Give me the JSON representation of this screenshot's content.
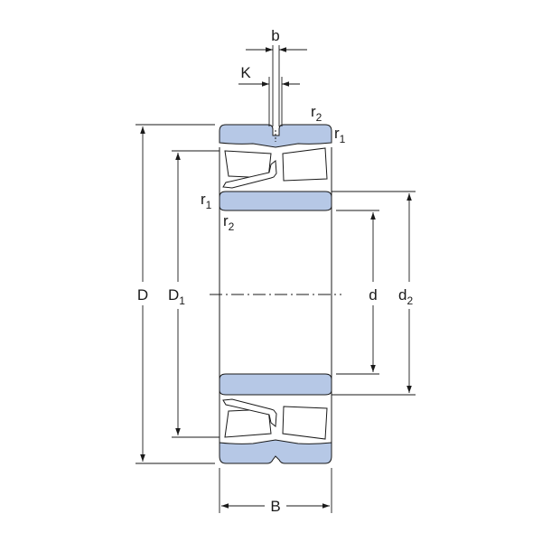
{
  "colors": {
    "ring_fill": "#b6c8e6",
    "line": "#1a1a1a",
    "background": "#ffffff"
  },
  "labels": {
    "b": "b",
    "K": "K",
    "r2_top": {
      "base": "r",
      "sub": "2"
    },
    "r1_top": {
      "base": "r",
      "sub": "1"
    },
    "r1_mid": {
      "base": "r",
      "sub": "1"
    },
    "r2_mid": {
      "base": "r",
      "sub": "2"
    },
    "D": "D",
    "D1": {
      "base": "D",
      "sub": "1"
    },
    "d": "d",
    "d2": {
      "base": "d",
      "sub": "2"
    },
    "B": "B"
  }
}
